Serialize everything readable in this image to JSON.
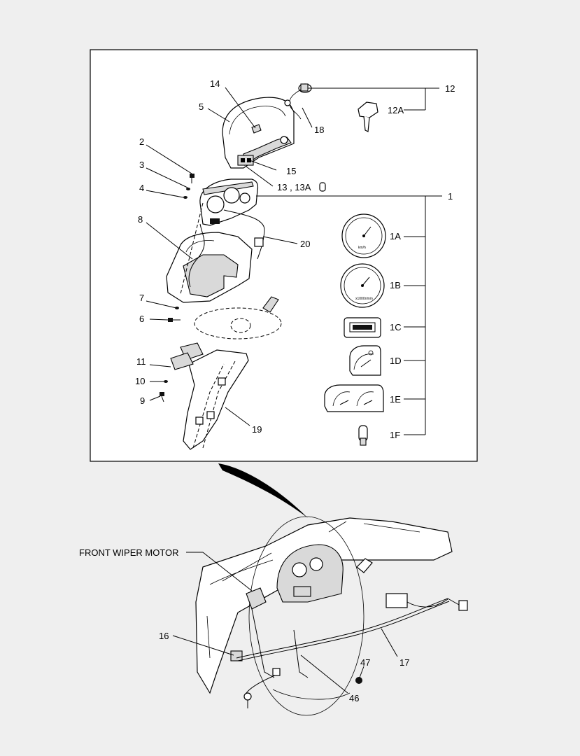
{
  "callouts": {
    "c14": "14",
    "c5": "5",
    "c12": "12",
    "c12a": "12A",
    "c18": "18",
    "c2": "2",
    "c3": "3",
    "c4": "4",
    "c15": "15",
    "c13": "13 , 13A",
    "c1": "1",
    "c8": "8",
    "c20": "20",
    "c1a": "1A",
    "c1b": "1B",
    "c7": "7",
    "c6": "6",
    "c1c": "1C",
    "c1d": "1D",
    "c11": "11",
    "c10": "10",
    "c9": "9",
    "c1e": "1E",
    "c19": "19",
    "c1f": "1F",
    "front_wiper_motor": "FRONT WIPER MOTOR",
    "c16": "16",
    "c17": "17",
    "c47": "47",
    "c46": "46"
  },
  "gauge_labels": {
    "speed_unit": "km/h",
    "tach_unit": "x1000r/min"
  },
  "colors": {
    "background": "#efefef",
    "panel": "#ffffff",
    "ink": "#000000",
    "shade": "#d9d9d9"
  }
}
